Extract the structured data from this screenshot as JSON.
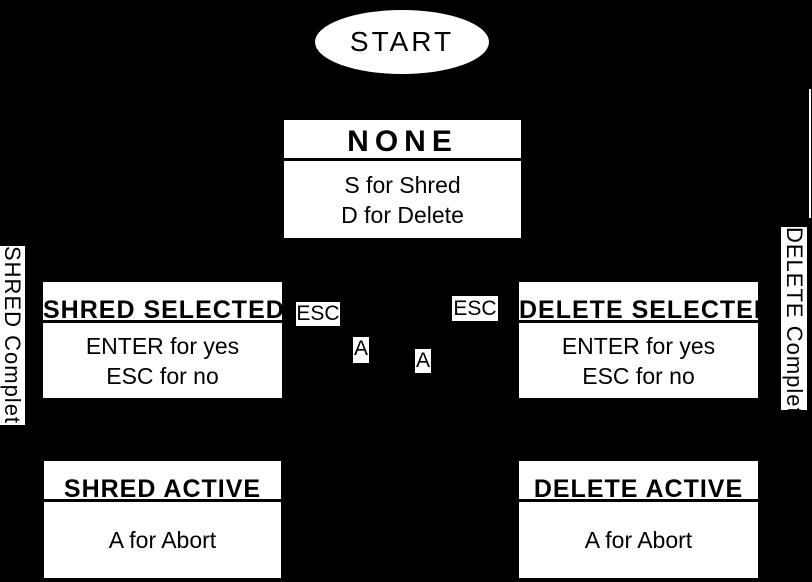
{
  "colors": {
    "background": "#000000",
    "node_fill": "#ffffff",
    "text": "#000000"
  },
  "start": {
    "label": "START"
  },
  "states": {
    "none": {
      "title": "NONE",
      "lines": [
        "S for Shred",
        "D for Delete"
      ]
    },
    "shred_selected": {
      "title": "SHRED SELECTED",
      "lines": [
        "ENTER for yes",
        "ESC for no"
      ]
    },
    "delete_selected": {
      "title": "DELETE SELECTED",
      "lines": [
        "ENTER for yes",
        "ESC for no"
      ]
    },
    "shred_active": {
      "title": "SHRED ACTIVE",
      "lines": [
        "A for Abort"
      ]
    },
    "delete_active": {
      "title": "DELETE ACTIVE",
      "lines": [
        "A for Abort"
      ]
    }
  },
  "edge_labels": {
    "esc_left": "ESC",
    "esc_right": "ESC",
    "abort_left": "A",
    "abort_right": "A",
    "shred_complete": "SHRED Complete",
    "delete_complete": "DELETE Complete"
  }
}
